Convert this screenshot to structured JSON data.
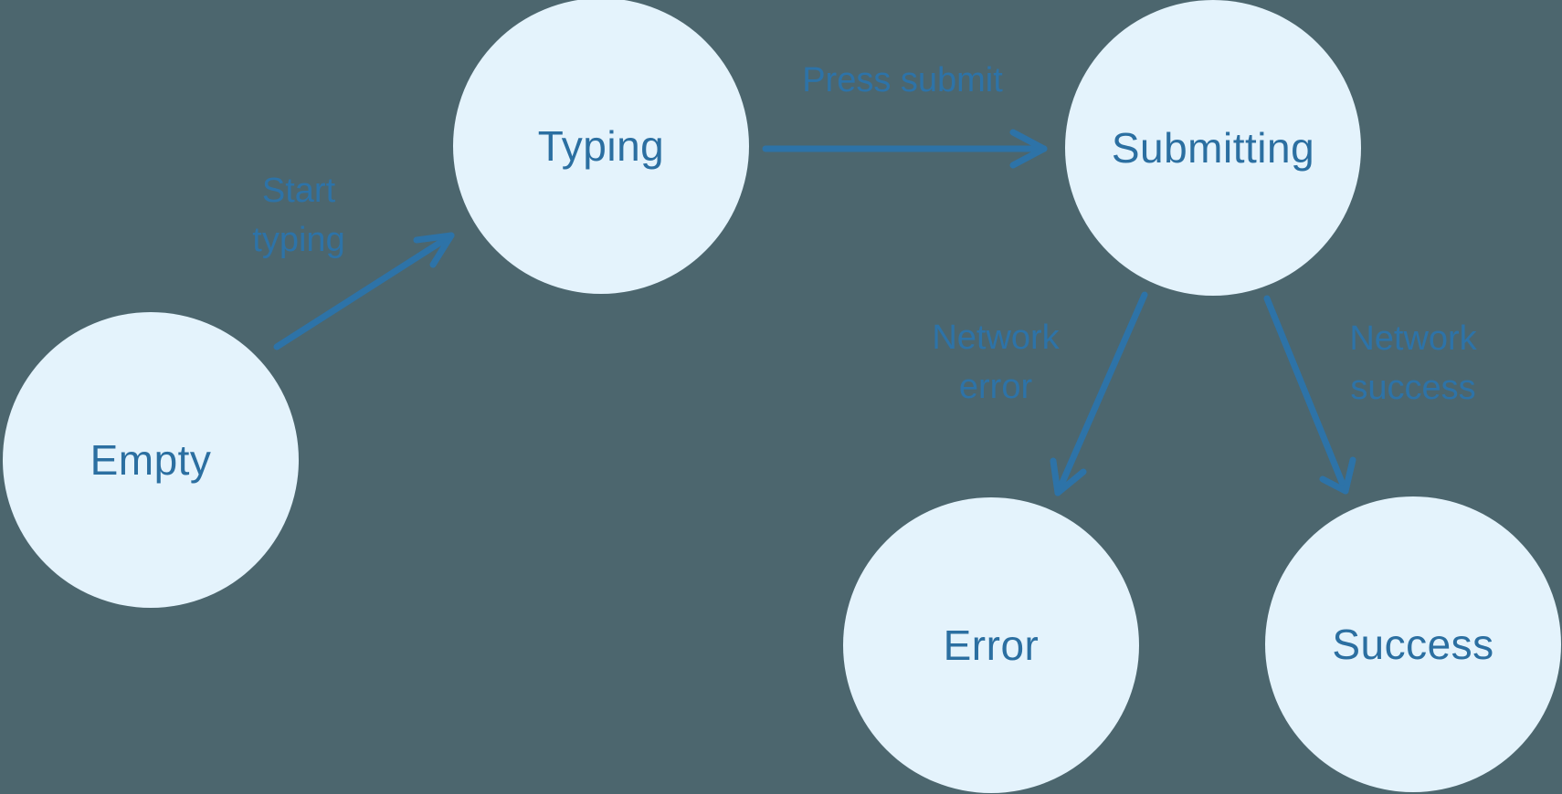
{
  "diagram": {
    "type": "state-machine",
    "colors": {
      "background": "#4c666e",
      "node_fill": "#e4f3fc",
      "node_text": "#2b6fa1",
      "arrow": "#2d73a8"
    },
    "nodes": {
      "empty": {
        "label": "Empty"
      },
      "typing": {
        "label": "Typing"
      },
      "submitting": {
        "label": "Submitting"
      },
      "error": {
        "label": "Error"
      },
      "success": {
        "label": "Success"
      }
    },
    "edges": {
      "start_typing": {
        "from": "Empty",
        "to": "Typing",
        "label_lines": [
          "Start",
          "typing"
        ]
      },
      "press_submit": {
        "from": "Typing",
        "to": "Submitting",
        "label_lines": [
          "Press submit"
        ]
      },
      "network_error": {
        "from": "Submitting",
        "to": "Error",
        "label_lines": [
          "Network",
          "error"
        ]
      },
      "network_success": {
        "from": "Submitting",
        "to": "Success",
        "label_lines": [
          "Network",
          "success"
        ]
      }
    }
  }
}
